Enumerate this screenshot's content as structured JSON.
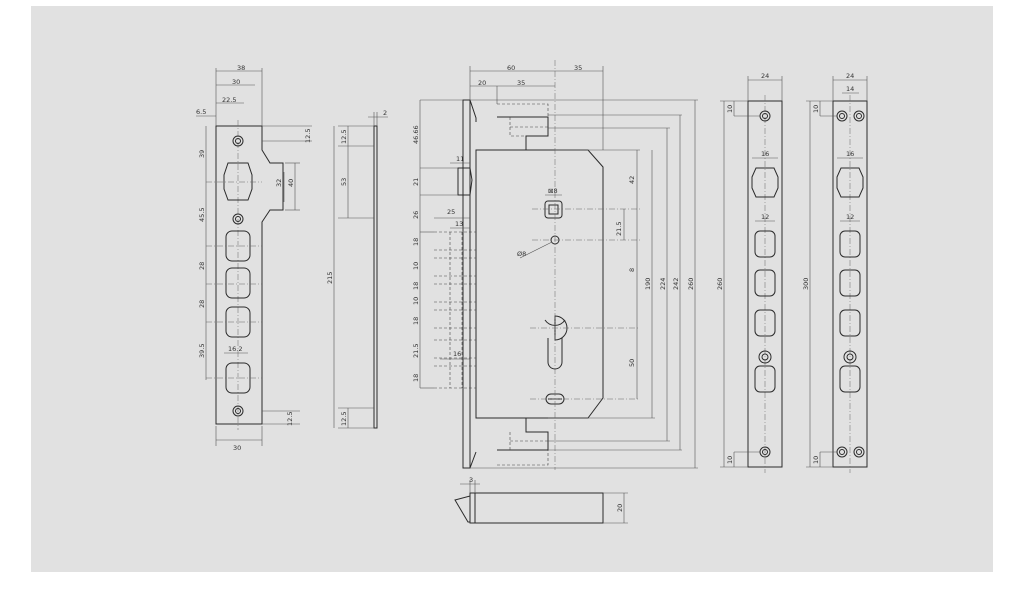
{
  "dimensions": {
    "faceplate": {
      "width_top_38": "38",
      "width_top_30": "30",
      "width_22_5": "22.5",
      "width_6_5": "6.5",
      "v_39": "39",
      "v_45_5": "45.5",
      "v_28a": "28",
      "v_28b": "28",
      "v_39_5": "39.5",
      "h_16_2": "16.2",
      "v_12_5_top": "12.5",
      "v_32": "32",
      "v_40": "40",
      "v_12_5_bottom": "12.5",
      "width_bottom_30": "30"
    },
    "side_profile": {
      "t_2": "2",
      "v_12_5_top": "12.5",
      "v_53": "53",
      "v_215": "215",
      "v_12_5_bottom": "12.5"
    },
    "lock_body": {
      "h_60": "60",
      "h_35_top": "35",
      "h_20": "20",
      "h_35_inner": "35",
      "v_46_66": "46.66",
      "h_11": "11",
      "v_21": "21",
      "v_26": "26",
      "h_25": "25",
      "h_13": "13",
      "v_18a": "18",
      "v_10a": "10",
      "v_18b": "18",
      "v_10b": "10",
      "v_18c": "18",
      "v_21_5_left": "21.5",
      "h_16": "16",
      "v_18d": "18",
      "square_8": "8",
      "dia_8": "Ø8",
      "v_42": "42",
      "v_21_5_right": "21.5",
      "v_8": "8",
      "v_50": "50",
      "v_190": "190",
      "v_224": "224",
      "v_242": "242",
      "v_260": "260"
    },
    "bottom_view": {
      "h_3": "3",
      "v_20": "20"
    },
    "strike_260": {
      "w_24": "24",
      "v_10_top": "10",
      "h_16": "16",
      "h_12": "12",
      "v_260": "260",
      "v_10_bottom": "10"
    },
    "strike_300": {
      "w_24": "24",
      "w_14": "14",
      "v_10_top": "10",
      "h_16": "16",
      "h_12": "12",
      "v_300": "300",
      "v_10_bottom": "10"
    }
  }
}
